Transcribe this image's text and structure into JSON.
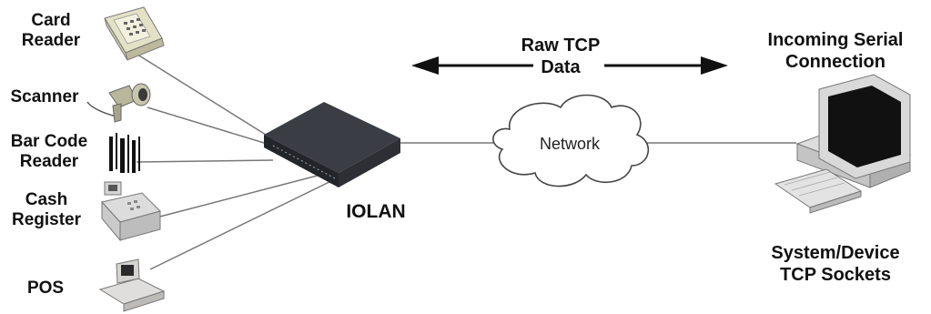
{
  "devices": {
    "card_reader": {
      "line1": "Card",
      "line2": "Reader"
    },
    "scanner": {
      "label": "Scanner"
    },
    "bar_code_reader": {
      "line1": "Bar Code",
      "line2": "Reader"
    },
    "cash_register": {
      "line1": "Cash",
      "line2": "Register"
    },
    "pos": {
      "label": "POS"
    }
  },
  "iolan": {
    "label": "IOLAN"
  },
  "network": {
    "label": "Network"
  },
  "raw_tcp": {
    "line1": "Raw TCP",
    "line2": "Data"
  },
  "incoming": {
    "line1": "Incoming Serial",
    "line2": "Connection"
  },
  "system_device": {
    "line1": "System/Device",
    "line2": "TCP Sockets"
  }
}
